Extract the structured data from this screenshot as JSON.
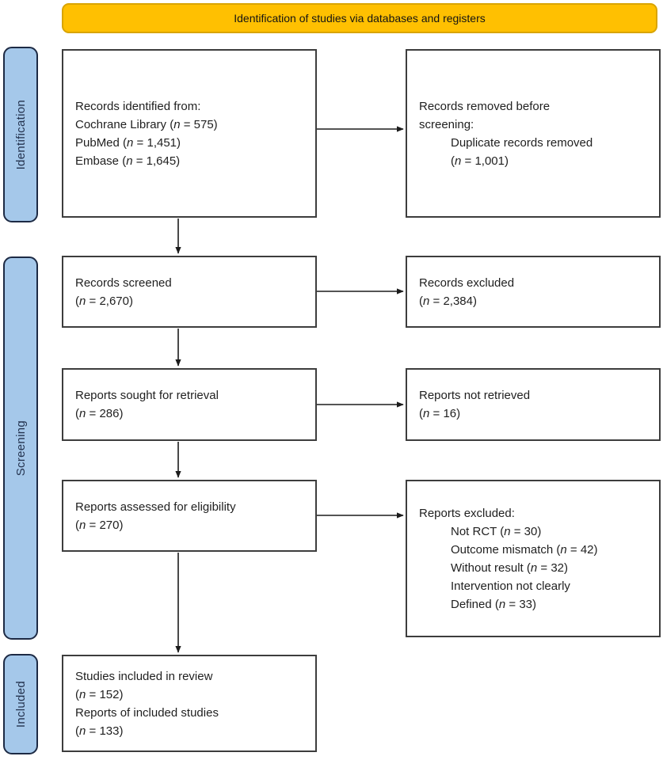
{
  "title": "Identification of studies via databases and registers",
  "stages": [
    {
      "label": "Identification"
    },
    {
      "label": "Screening"
    },
    {
      "label": "Included"
    }
  ],
  "boxes": {
    "records_identified": {
      "lines": [
        "Records identified from:",
        "Cochrane Library (n = 575)",
        "PubMed (n = 1,451)",
        "Embase (n = 1,645)"
      ]
    },
    "records_removed": {
      "lines": [
        "Records removed before",
        "screening:",
        "Duplicate records removed",
        "(n = 1,001)"
      ]
    },
    "records_screened": {
      "lines": [
        "Records screened",
        "(n = 2,670)"
      ]
    },
    "records_excluded": {
      "lines": [
        "Records excluded",
        "(n = 2,384)"
      ]
    },
    "reports_sought": {
      "lines": [
        "Reports sought for retrieval",
        "(n = 286)"
      ]
    },
    "reports_not_retrieved": {
      "lines": [
        "Reports not retrieved",
        "(n = 16)"
      ]
    },
    "reports_assessed": {
      "lines": [
        "Reports assessed for eligibility",
        "(n = 270)"
      ]
    },
    "reports_excluded": {
      "lines": [
        "Reports excluded:",
        "Not RCT (n = 30)",
        "Outcome mismatch (n = 42)",
        "Without result (n = 32)",
        "Intervention not clearly",
        "Defined (n = 33)"
      ]
    },
    "studies_included": {
      "lines": [
        "Studies included in review",
        "(n = 152)",
        "Reports of included studies",
        "(n = 133)"
      ]
    }
  },
  "colors": {
    "header_bg": "#FFC001",
    "header_border": "#D9A400",
    "stage_bg": "#A5C8EA",
    "stage_border": "#1D2A44",
    "stage_text": "#253450",
    "box_border": "#3D3D3D",
    "arrow": "#1C1C1C",
    "text": "#1F1F1F"
  }
}
